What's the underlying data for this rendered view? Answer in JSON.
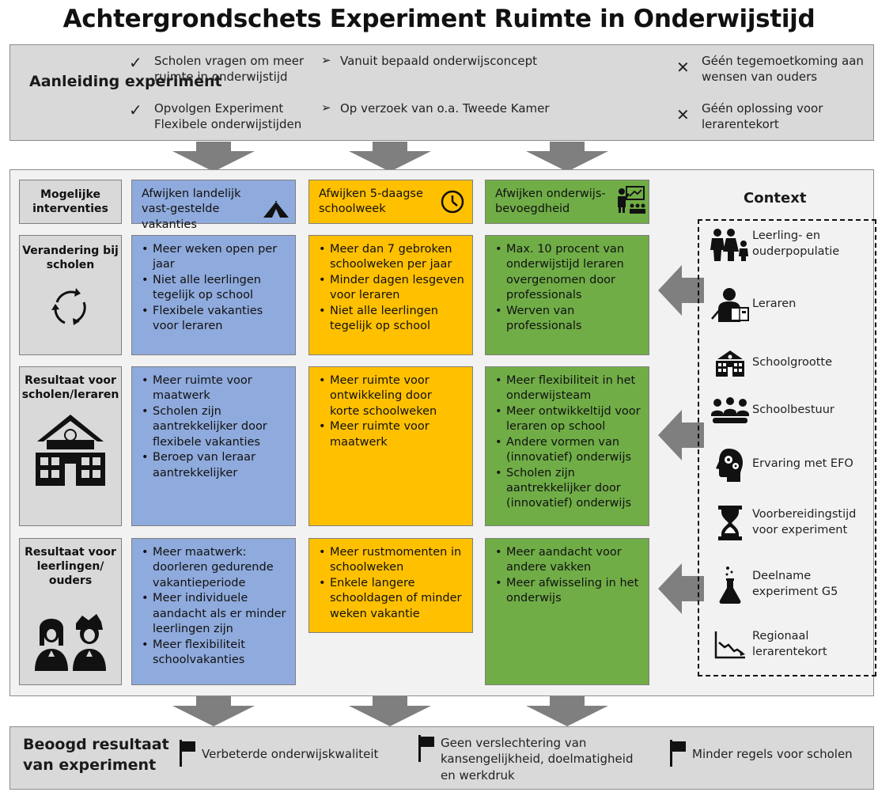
{
  "title": "Achtergrondschets Experiment Ruimte in Onderwijstijd",
  "aanleiding": {
    "heading": "Aanleiding experiment",
    "reasons": [
      {
        "mark": "check",
        "text": "Scholen vragen om meer ruimte in onderwijstijd"
      },
      {
        "mark": "check",
        "text": "Opvolgen Experiment Flexibele onderwijstijden"
      },
      {
        "mark": "arrow",
        "text": "Vanuit bepaald onderwijsconcept"
      },
      {
        "mark": "arrow",
        "text": "Op verzoek van o.a. Tweede Kamer"
      },
      {
        "mark": "cross",
        "text": "Géén tegemoetkoming aan wensen van ouders"
      },
      {
        "mark": "cross",
        "text": "Géén oplossing voor lerarentekort"
      }
    ]
  },
  "rows": {
    "interventies": "Mogelijke interventies",
    "verandering": "Verandering bij scholen",
    "resultaat_scholen": "Resultaat voor scholen/leraren",
    "resultaat_leerlingen": "Resultaat voor leerlingen/ ouders"
  },
  "interventions": [
    {
      "label": "Afwijken landelijk vast-gestelde vakanties",
      "icon": "tent-icon",
      "color": "#8faadc"
    },
    {
      "label": "Afwijken 5-daagse schoolweek",
      "icon": "clock-icon",
      "color": "#ffc000"
    },
    {
      "label": "Afwijken onderwijs-bevoegdheid",
      "icon": "teacher-board-icon",
      "color": "#70ad47"
    }
  ],
  "verandering": [
    [
      "Meer weken open per jaar",
      "Niet alle leerlingen tegelijk op school",
      "Flexibele vakanties voor leraren"
    ],
    [
      "Meer dan 7 gebroken schoolweken per jaar",
      "Minder dagen lesgeven voor leraren",
      "Niet alle leerlingen tegelijk op school"
    ],
    [
      "Max. 10 procent van onderwijstijd leraren overgenomen door professionals",
      "Werven van professionals"
    ]
  ],
  "resultaat_scholen": [
    [
      "Meer ruimte voor maatwerk",
      "Scholen zijn aantrekkelijker door flexibele vakanties",
      "Beroep van leraar aantrekkelijker"
    ],
    [
      "Meer ruimte voor ontwikkeling door korte schoolweken",
      "Meer ruimte voor maatwerk"
    ],
    [
      "Meer flexibiliteit in het onderwijsteam",
      "Meer ontwikkeltijd voor leraren op school",
      "Andere vormen van (innovatief) onderwijs",
      "Scholen zijn aantrekkelijker door (innovatief) onderwijs"
    ]
  ],
  "resultaat_leerlingen": [
    [
      "Meer maatwerk: doorleren gedurende vakantieperiode",
      "Meer individuele aandacht als er minder leerlingen zijn",
      "Meer flexibiliteit schoolvakanties"
    ],
    [
      "Meer rustmomenten in schoolweken",
      "Enkele langere schooldagen of minder weken vakantie"
    ],
    [
      "Meer aandacht voor andere vakken",
      "Meer afwisseling in het onderwijs"
    ]
  ],
  "context": {
    "title": "Context",
    "items": [
      {
        "label": "Leerling- en ouderpopulatie",
        "icon": "family-icon"
      },
      {
        "label": "Leraren",
        "icon": "teacher-icon"
      },
      {
        "label": "Schoolgrootte",
        "icon": "school-icon"
      },
      {
        "label": "Schoolbestuur",
        "icon": "group-icon"
      },
      {
        "label": "Ervaring met EFO",
        "icon": "head-gears-icon"
      },
      {
        "label": "Voorbereidingstijd voor experiment",
        "icon": "hourglass-icon"
      },
      {
        "label": "Deelname experiment G5",
        "icon": "flask-icon"
      },
      {
        "label": "Regionaal lerarentekort",
        "icon": "declining-chart-icon"
      }
    ]
  },
  "beoogd": {
    "heading": "Beoogd resultaat van experiment",
    "goals": [
      "Verbeterde onderwijskwaliteit",
      "Geen verslechtering van kansengelijkheid, doelmatigheid en werkdruk",
      "Minder regels voor scholen"
    ]
  }
}
